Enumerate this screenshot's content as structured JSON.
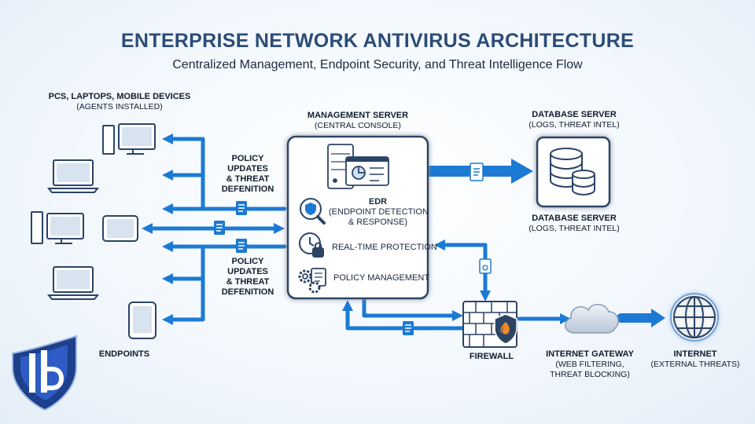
{
  "title": "ENTERPRISE NETWORK ANTIVIRUS ARCHITECTURE",
  "subtitle": "Centralized Management, Endpoint Security, and Threat Intelligence Flow",
  "endpoints": {
    "top_label": "PCS, LAPTOPS, MOBILE DEVICES",
    "top_sublabel": "(AGENTS INSTALLED)",
    "bottom_label": "ENDPOINTS",
    "devices": [
      "desktop-pc-icon",
      "laptop-icon",
      "desktop-pc-icon",
      "tablet-icon",
      "laptop-icon",
      "tablet-icon"
    ]
  },
  "policy_labels": {
    "upper": [
      "POLICY",
      "UPDATES",
      "& THREAT",
      "DEFENITION"
    ],
    "lower": [
      "POLICY",
      "UPDATES",
      "& THREAT",
      "DEFENITION"
    ]
  },
  "management_server": {
    "label": "MANAGEMENT SERVER",
    "sublabel": "(CENTRAL CONSOLE)",
    "features": {
      "edr_title": "EDR",
      "edr_line1": "(ENDPOINT DETECTION",
      "edr_line2": "& RESPONSE)",
      "realtime": "REAL-TIME PROTECTION",
      "policy": "POLICY MANAGEMENT"
    }
  },
  "database_server": {
    "label_top": "DATABASE SERVER",
    "sublabel_top": "(LOGS, THREAT INTEL)",
    "label_bottom": "DATABASE SERVER",
    "sublabel_bottom": "(LOGS, THREAT INTEL)"
  },
  "firewall": {
    "label": "FIREWALL"
  },
  "internet_gateway": {
    "label": "INTERNET GATEWAY",
    "sub1": "(WEB FILTERING,",
    "sub2": "THREAT BLOCKING)"
  },
  "internet": {
    "label": "INTERNET",
    "sublabel": "(EXTERNAL THREATS)"
  },
  "colors": {
    "flow": "#1c7ad4",
    "flow_dark": "#0f5fae",
    "outline": "#2b4466",
    "title": "#2b4c78"
  }
}
